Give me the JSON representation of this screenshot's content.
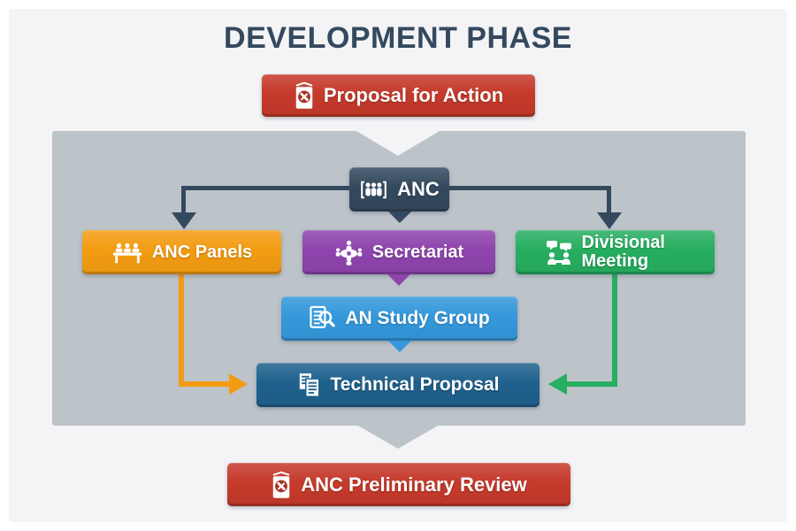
{
  "page": {
    "title": "DEVELOPMENT PHASE"
  },
  "nodes": {
    "proposal": {
      "label": "Proposal for Action",
      "icon": "booklet-plane-icon"
    },
    "anc": {
      "label": "ANC",
      "icon": "people-group-icon"
    },
    "anc_panels": {
      "label": "ANC Panels",
      "icon": "panel-desk-icon"
    },
    "secretariat": {
      "label": "Secretariat",
      "icon": "round-table-icon"
    },
    "divisional_meeting": {
      "label": "Divisional Meeting",
      "icon": "discussion-icon"
    },
    "an_study_group": {
      "label": "AN Study Group",
      "icon": "document-search-icon"
    },
    "technical_proposal": {
      "label": "Technical Proposal",
      "icon": "documents-icon"
    },
    "anc_preliminary_review": {
      "label": "ANC Preliminary Review",
      "icon": "booklet-plane-icon"
    }
  },
  "edges": [
    {
      "from": "proposal_for_action",
      "to": "development_container"
    },
    {
      "from": "anc",
      "to": "anc_panels"
    },
    {
      "from": "anc",
      "to": "secretariat"
    },
    {
      "from": "anc",
      "to": "divisional_meeting"
    },
    {
      "from": "secretariat",
      "to": "an_study_group"
    },
    {
      "from": "an_study_group",
      "to": "technical_proposal"
    },
    {
      "from": "anc_panels",
      "to": "technical_proposal"
    },
    {
      "from": "divisional_meeting",
      "to": "technical_proposal"
    },
    {
      "from": "development_container",
      "to": "anc_preliminary_review"
    }
  ],
  "colors": {
    "white": "#ffffff",
    "bg": "#f4f4f6",
    "panel": "#bcc3c9",
    "navy": "#34495e",
    "red": "#c53a2b",
    "red_dark": "#a93226",
    "orange": "#f39c12",
    "purple": "#8e44ad",
    "green": "#27ae60",
    "blue": "#3498db",
    "darkblue": "#1f618d"
  }
}
